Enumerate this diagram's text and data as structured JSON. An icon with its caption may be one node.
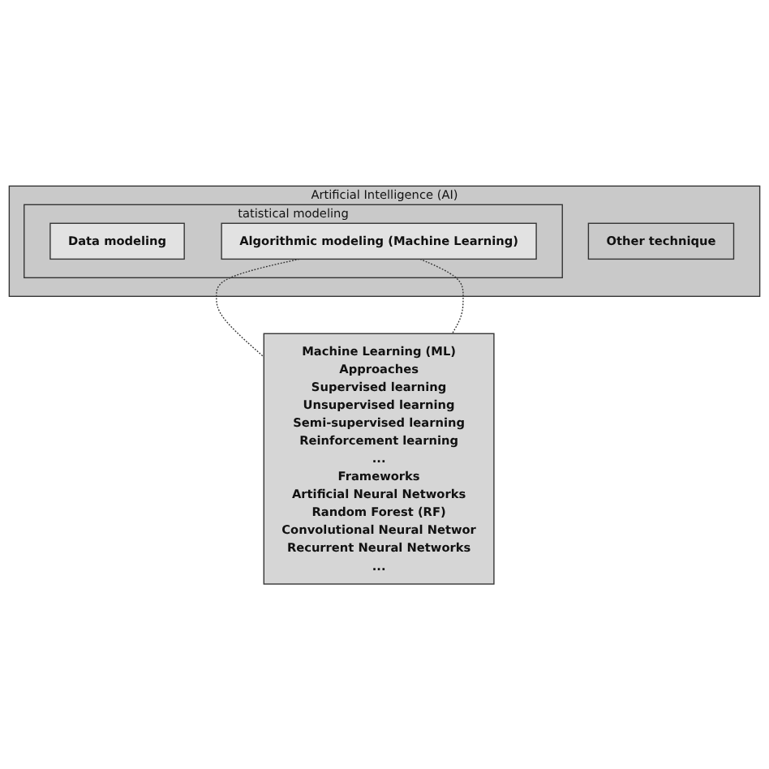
{
  "diagram": {
    "nodes": [
      {
        "text": [
          "Artificial Intelligence (AI)"
        ]
      },
      {
        "text": [
          "tatistical modeling"
        ],
        "in": 0
      },
      {
        "text": [
          "Data modeling"
        ],
        "in": 1
      },
      {
        "text": [
          "Algorithmic modeling (Machine Learning)"
        ],
        "in": 1
      },
      {
        "text": [
          "Other technique"
        ],
        "in": 0
      },
      {
        "text": [
          "Machine Learning (ML)",
          "Approaches",
          "Supervised learning",
          "Unsupervised learning",
          "Semi-supervised learning",
          "Reinforcement learning",
          "...",
          "Frameworks",
          "Artificial Neural Networks",
          "Random Forest (RF)",
          "Convolutional Neural Networ",
          "Recurrent Neural Networks",
          "..."
        ]
      }
    ],
    "edges": [
      {
        "from": 3,
        "to": 5,
        "arrow": "none",
        "style": "dashed"
      },
      {
        "from": 3,
        "to": 5,
        "arrow": "none",
        "style": "dashed"
      }
    ]
  }
}
